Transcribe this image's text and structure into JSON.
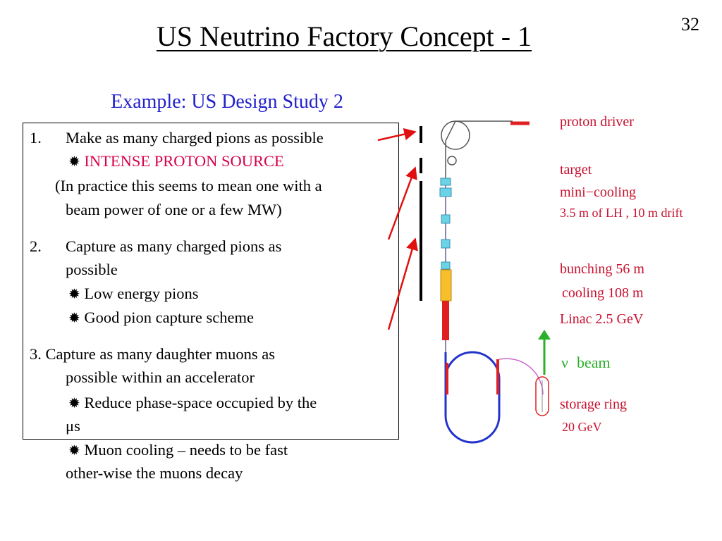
{
  "page_number": "32",
  "title": "US Neutrino Factory Concept - 1",
  "subtitle": "Example: US Design Study 2",
  "bullet_symbol": "✹",
  "colors": {
    "subtitle": "#2222cc",
    "highlight": "#d8004a",
    "diagram_label": "#c8102e",
    "beam": "#2ab02a",
    "ring": "#2233cc",
    "pointer_arrow": "#e01010"
  },
  "list": {
    "item1": {
      "number": "1.",
      "text": "Make as many charged pions as possible",
      "sub": "INTENSE PROTON SOURCE",
      "note_line1": "(In practice this seems to mean one with a",
      "note_line2": "beam power of one or a few MW)"
    },
    "item2": {
      "number": "2.",
      "text_line1": "Capture as many charged pions as",
      "text_line2": "possible",
      "sub1": "Low energy pions",
      "sub2": "Good pion capture scheme"
    },
    "item3": {
      "text_line1": "3.  Capture as many daughter muons as",
      "text_line2": "possible within an accelerator",
      "sub1": "Reduce phase-space occupied by the",
      "sub1_cont": "μs",
      "sub2": "Muon cooling – needs to be fast",
      "sub2_cont": "other-wise the muons decay"
    }
  },
  "diagram": {
    "labels": {
      "proton_driver": "proton driver",
      "target": "target",
      "mini_cooling": "mini−cooling",
      "mini_cooling_detail": "3.5 m of LH , 10 m drift",
      "bunching": "bunching  56 m",
      "cooling": "cooling  108 m",
      "linac": "Linac  2.5 GeV",
      "beam_symbol": "ν",
      "beam": "beam",
      "storage_ring": "storage ring",
      "storage_energy": "20 GeV"
    }
  }
}
